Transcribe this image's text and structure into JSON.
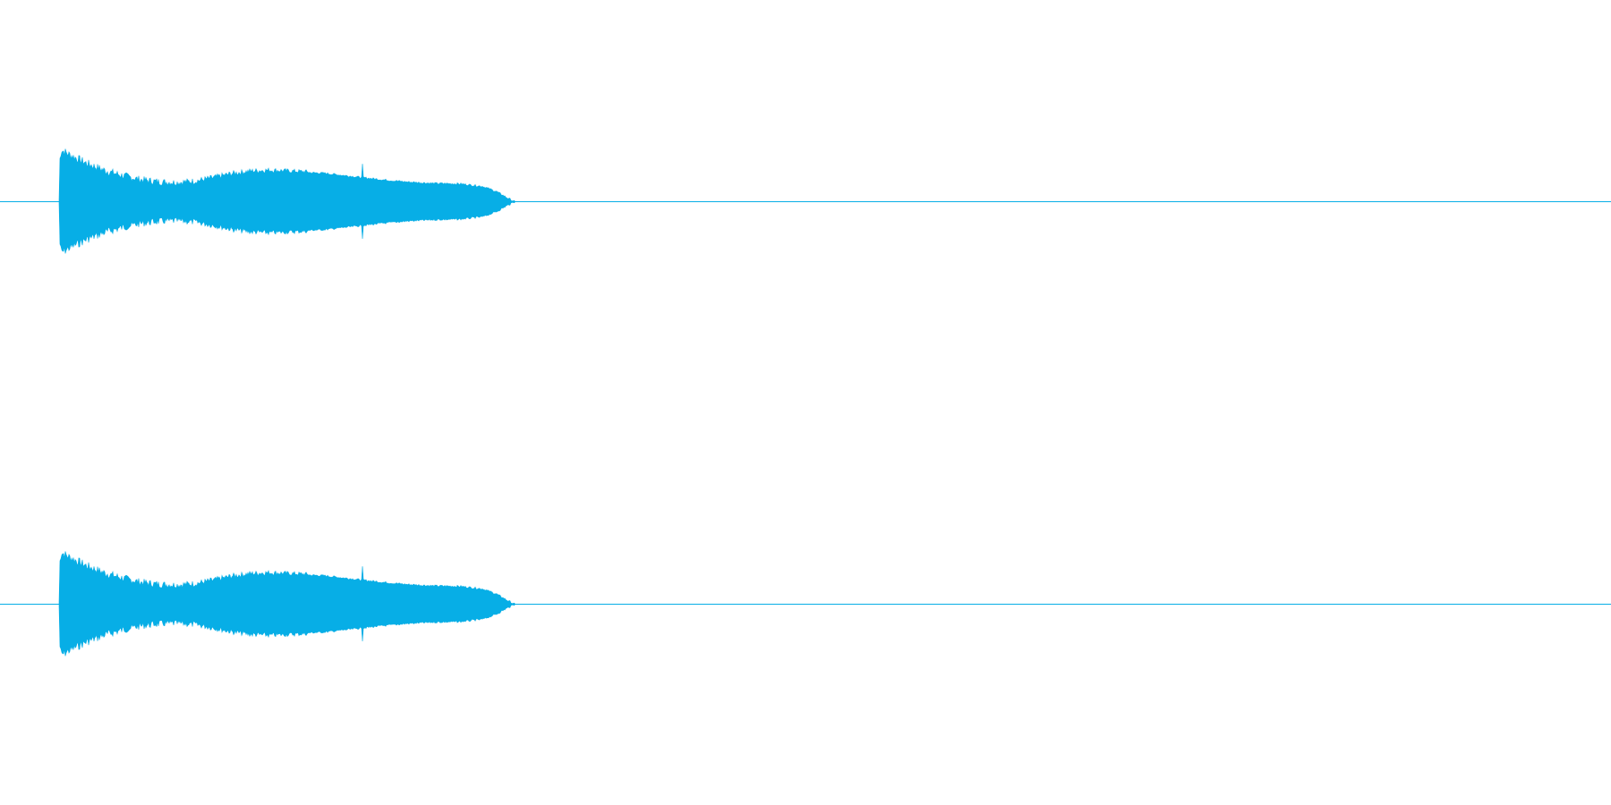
{
  "waveform": {
    "color": "#07aee6",
    "channel_count": 2,
    "channels": [
      {
        "envelope": [
          [
            0.0,
            0.0
          ],
          [
            0.002,
            0.82
          ],
          [
            0.005,
            0.98
          ],
          [
            0.02,
            0.9
          ],
          [
            0.06,
            0.72
          ],
          [
            0.1,
            0.58
          ],
          [
            0.14,
            0.48
          ],
          [
            0.18,
            0.4
          ],
          [
            0.22,
            0.36
          ],
          [
            0.26,
            0.35
          ],
          [
            0.3,
            0.38
          ],
          [
            0.34,
            0.45
          ],
          [
            0.38,
            0.53
          ],
          [
            0.42,
            0.58
          ],
          [
            0.46,
            0.6
          ],
          [
            0.52,
            0.58
          ],
          [
            0.58,
            0.56
          ],
          [
            0.64,
            0.5
          ],
          [
            0.7,
            0.44
          ],
          [
            0.76,
            0.39
          ],
          [
            0.82,
            0.36
          ],
          [
            0.88,
            0.35
          ],
          [
            0.93,
            0.3
          ],
          [
            0.96,
            0.2
          ],
          [
            0.985,
            0.07
          ],
          [
            1.0,
            0.0
          ]
        ]
      },
      {
        "envelope": [
          [
            0.0,
            0.0
          ],
          [
            0.002,
            0.82
          ],
          [
            0.005,
            0.98
          ],
          [
            0.02,
            0.9
          ],
          [
            0.06,
            0.72
          ],
          [
            0.1,
            0.58
          ],
          [
            0.14,
            0.48
          ],
          [
            0.18,
            0.4
          ],
          [
            0.22,
            0.36
          ],
          [
            0.26,
            0.35
          ],
          [
            0.3,
            0.38
          ],
          [
            0.34,
            0.45
          ],
          [
            0.38,
            0.53
          ],
          [
            0.42,
            0.58
          ],
          [
            0.46,
            0.6
          ],
          [
            0.52,
            0.58
          ],
          [
            0.58,
            0.56
          ],
          [
            0.64,
            0.5
          ],
          [
            0.7,
            0.44
          ],
          [
            0.76,
            0.39
          ],
          [
            0.82,
            0.36
          ],
          [
            0.88,
            0.35
          ],
          [
            0.93,
            0.3
          ],
          [
            0.96,
            0.2
          ],
          [
            0.985,
            0.07
          ],
          [
            1.0,
            0.0
          ]
        ]
      }
    ]
  }
}
